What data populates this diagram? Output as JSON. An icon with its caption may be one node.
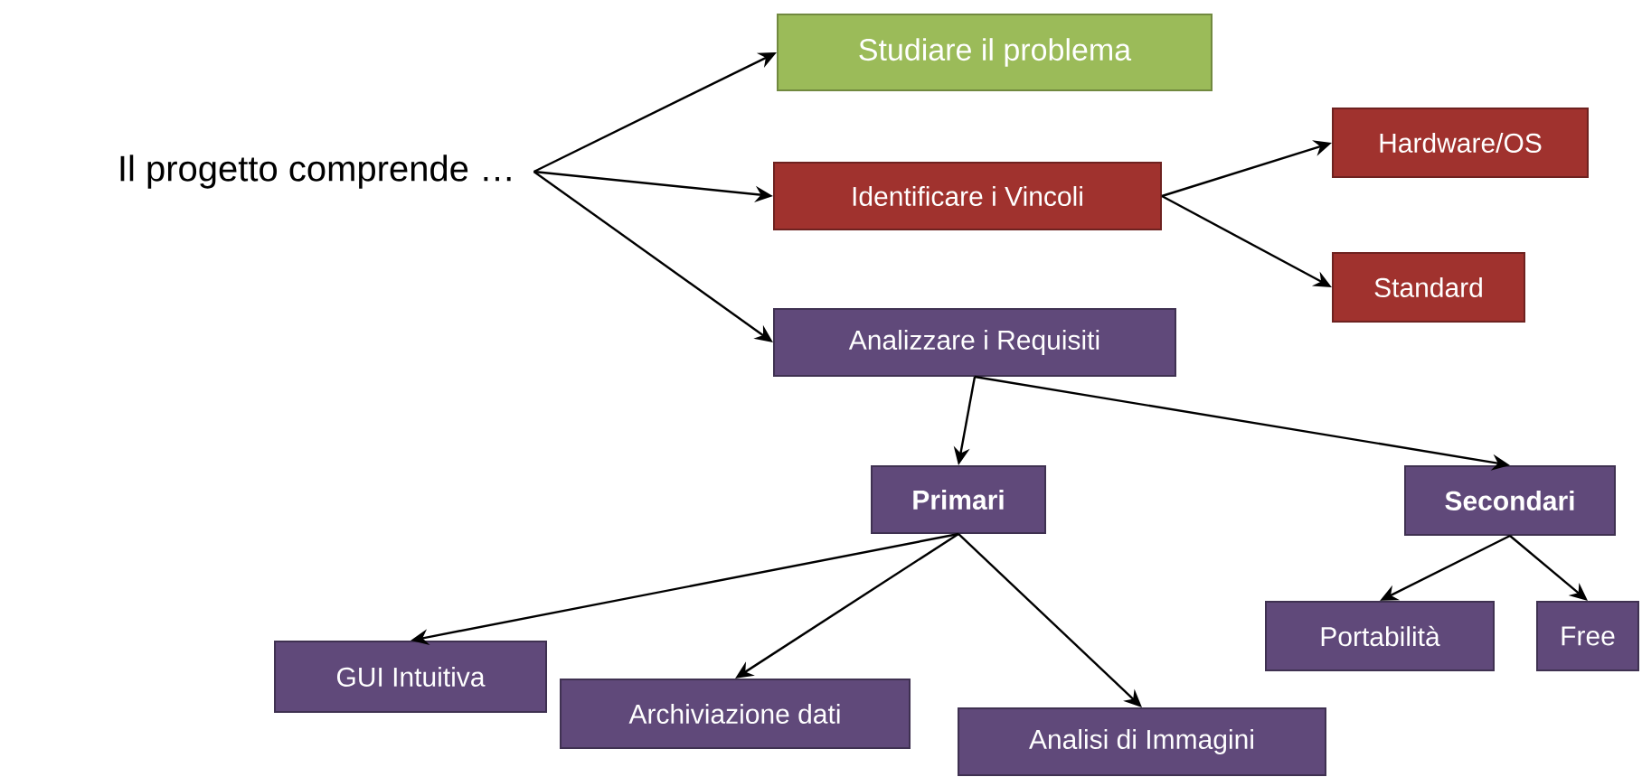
{
  "diagram": {
    "nodes": [
      {
        "text": [
          "Il progetto comprende …"
        ]
      },
      {
        "text": [
          "Studiare il problema"
        ]
      },
      {
        "text": [
          "Identificare i Vincoli"
        ]
      },
      {
        "text": [
          "Hardware/OS"
        ]
      },
      {
        "text": [
          "Standard"
        ]
      },
      {
        "text": [
          "Analizzare i Requisiti"
        ]
      },
      {
        "text": [
          "Primari"
        ]
      },
      {
        "text": [
          "Secondari"
        ]
      },
      {
        "text": [
          "GUI Intuitiva"
        ]
      },
      {
        "text": [
          "Archiviazione dati"
        ]
      },
      {
        "text": [
          "Analisi di Immagini"
        ]
      },
      {
        "text": [
          "Portabilità"
        ]
      },
      {
        "text": [
          "Free"
        ]
      }
    ],
    "edges": [
      {
        "from": 0,
        "to": 1,
        "arrow": "to"
      },
      {
        "from": 0,
        "to": 2,
        "arrow": "to"
      },
      {
        "from": 0,
        "to": 5,
        "arrow": "to"
      },
      {
        "from": 2,
        "to": 3,
        "arrow": "to"
      },
      {
        "from": 2,
        "to": 4,
        "arrow": "to"
      },
      {
        "from": 5,
        "to": 6,
        "arrow": "to"
      },
      {
        "from": 5,
        "to": 7,
        "arrow": "to"
      },
      {
        "from": 6,
        "to": 8,
        "arrow": "to"
      },
      {
        "from": 6,
        "to": 9,
        "arrow": "to"
      },
      {
        "from": 6,
        "to": 10,
        "arrow": "to"
      },
      {
        "from": 7,
        "to": 11,
        "arrow": "to"
      },
      {
        "from": 7,
        "to": 12,
        "arrow": "to"
      }
    ]
  }
}
